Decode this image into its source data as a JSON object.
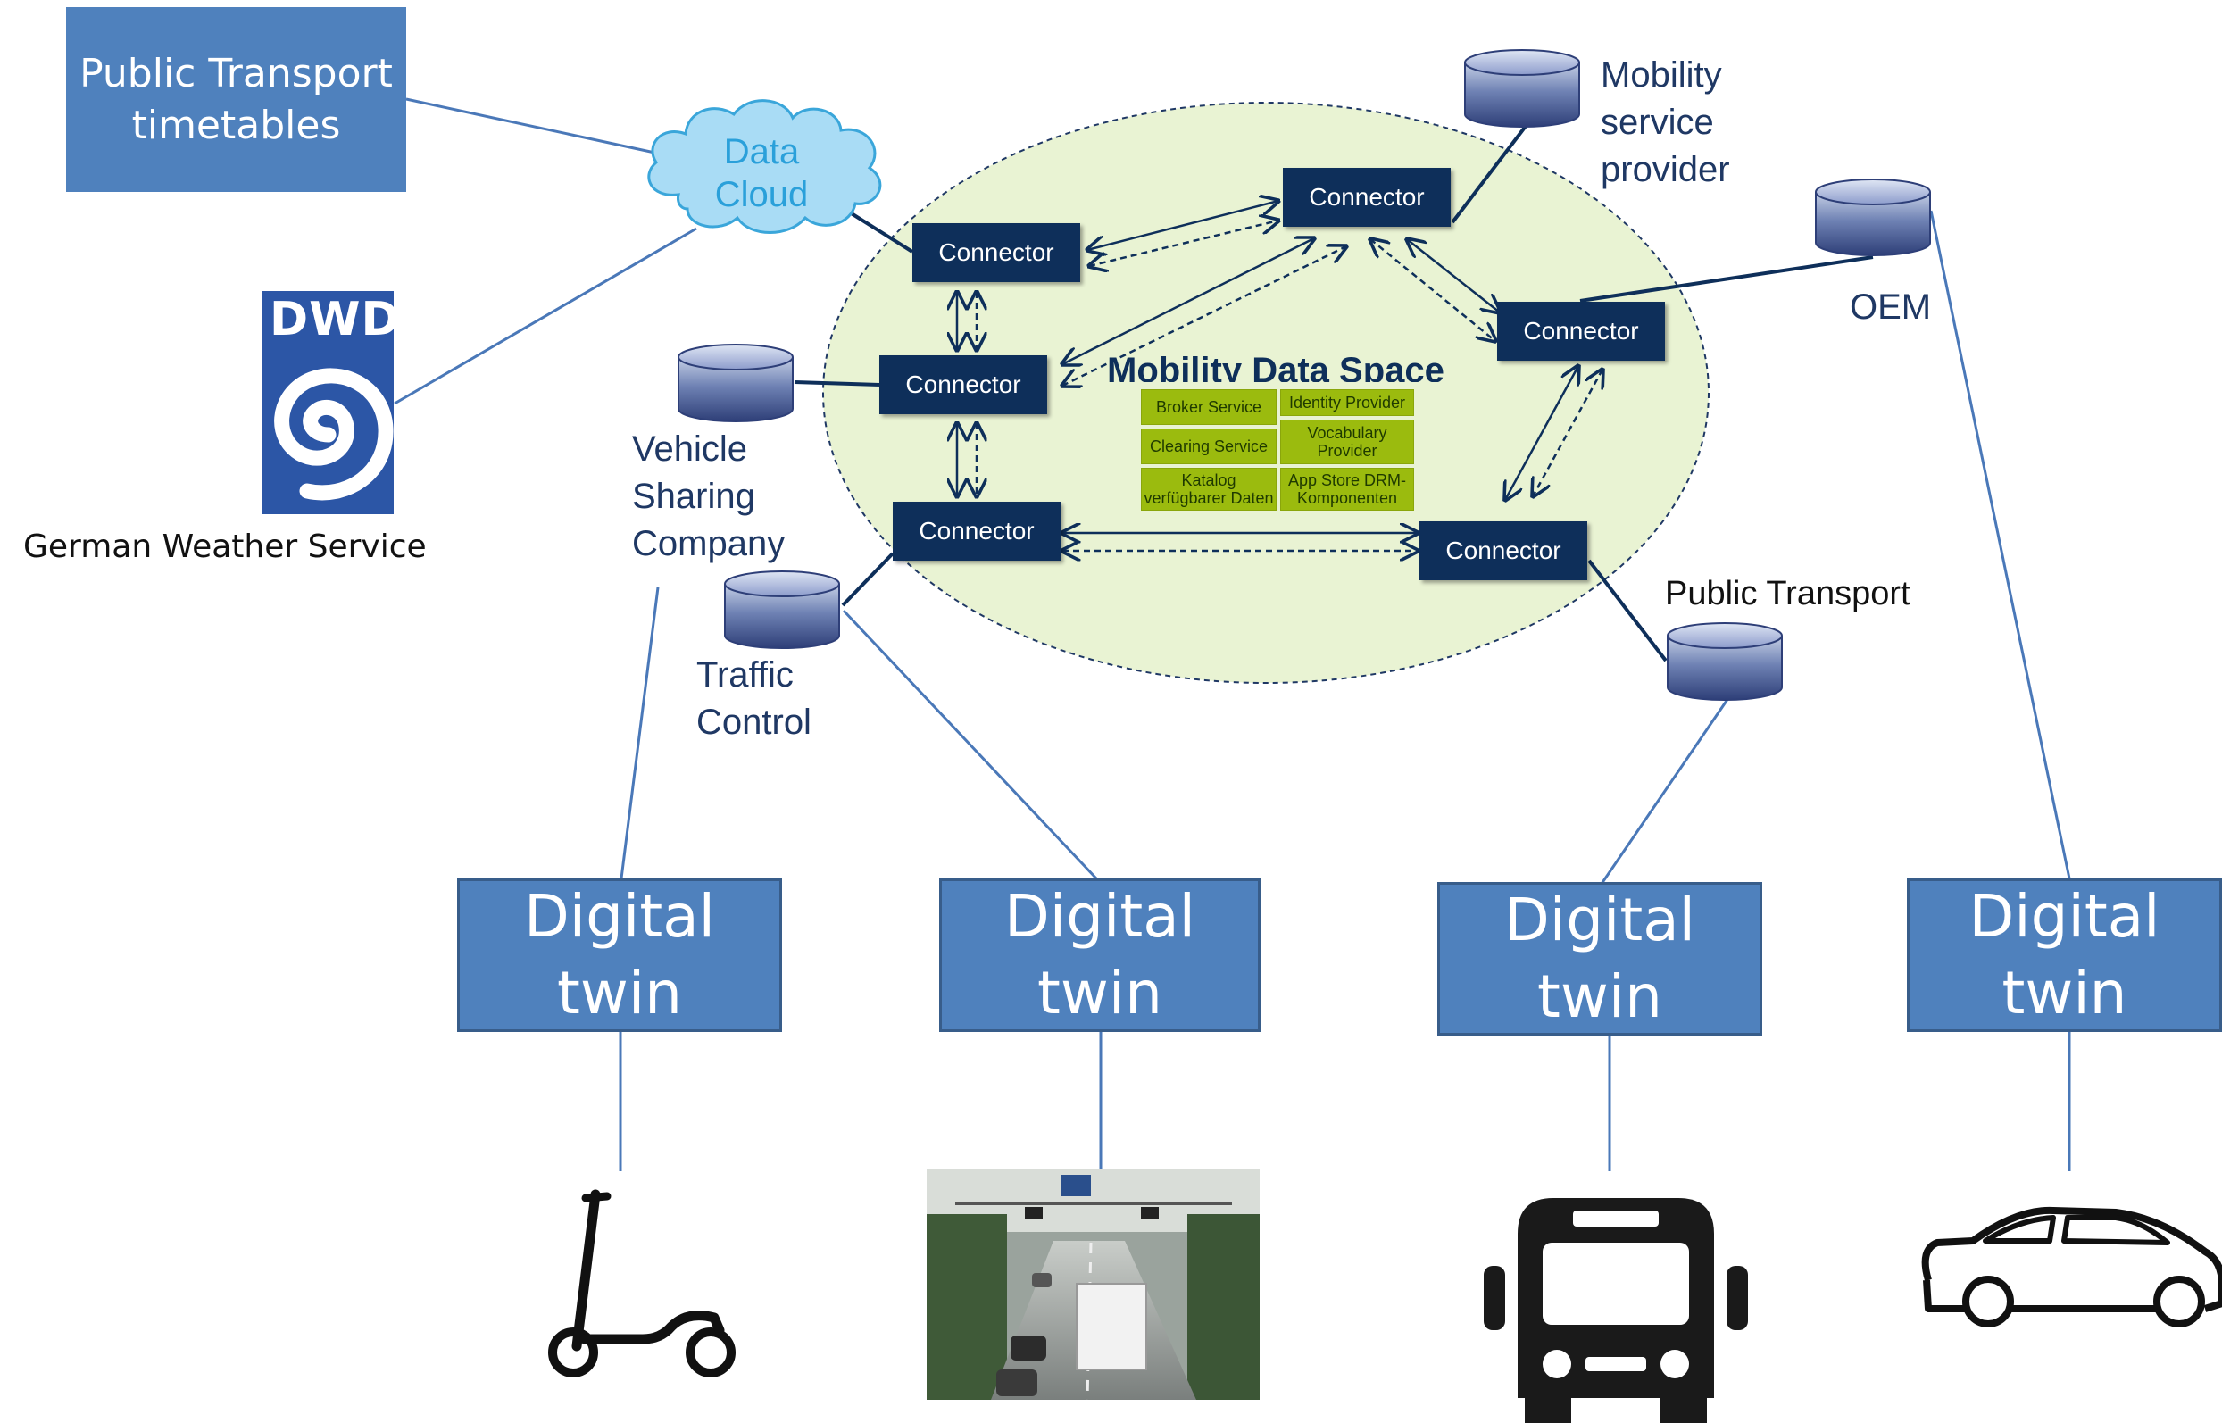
{
  "sources": {
    "public_transport_timetables": "Public Transport\ntimetables",
    "dwd_logo": "DWD",
    "german_weather_service": "German Weather Service",
    "data_cloud": "Data\nCloud"
  },
  "participants": {
    "mobility_service_provider": "Mobility\nservice\nprovider",
    "oem": "OEM",
    "vehicle_sharing_company": "Vehicle\nSharing\nCompany",
    "traffic_control": "Traffic\nControl",
    "public_transport": "Public Transport"
  },
  "data_space": {
    "title": "Mobility Data Space",
    "connector_label": "Connector",
    "services": [
      "Broker Service",
      "Identity Provider",
      "Clearing Service",
      "Vocabulary\nProvider",
      "Katalog\nverfügbarer Daten",
      "App Store DRM-\nKomponenten"
    ]
  },
  "digital_twin_label": "Digital\ntwin",
  "icons": [
    "e-scooter-icon",
    "highway-photo",
    "bus-icon",
    "car-icon",
    "database-icon",
    "cloud-icon"
  ],
  "colors": {
    "box_blue": "#4f81bd",
    "connector_navy": "#0e2f5a",
    "ellipse_fill": "#e9f3d3",
    "service_green": "#9bbb0e",
    "cloud_fill": "#a9dcf5"
  }
}
